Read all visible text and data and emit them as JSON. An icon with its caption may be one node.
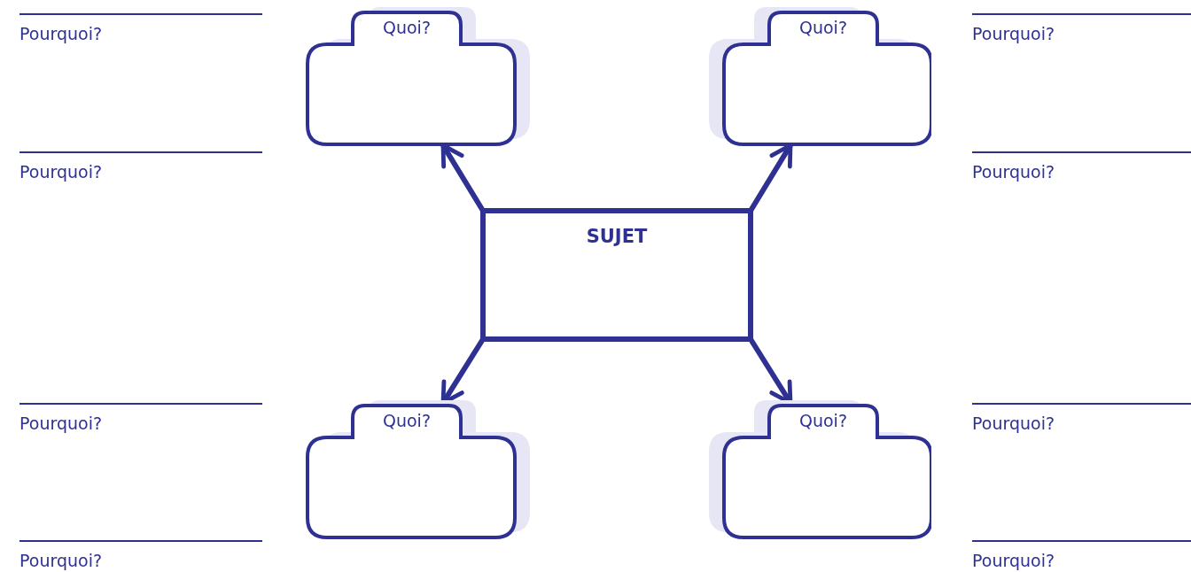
{
  "diagram": {
    "nodes": [
      {
        "text": [
          "Quoi?"
        ]
      },
      {
        "text": [
          "Quoi?"
        ]
      },
      {
        "text": [
          "SUJET"
        ]
      },
      {
        "text": [
          "Quoi?"
        ]
      },
      {
        "text": [
          "Quoi?"
        ]
      }
    ],
    "edges": [
      {
        "from": 2,
        "to": 0,
        "arrow": "to"
      },
      {
        "from": 2,
        "to": 1,
        "arrow": "to"
      },
      {
        "from": 2,
        "to": 3,
        "arrow": "to"
      },
      {
        "from": 2,
        "to": 4,
        "arrow": "to"
      }
    ],
    "labels": [
      "Pourquoi?",
      "Pourquoi?",
      "Pourquoi?",
      "Pourquoi?",
      "Pourquoi?",
      "Pourquoi?",
      "Pourquoi?",
      "Pourquoi?"
    ]
  }
}
